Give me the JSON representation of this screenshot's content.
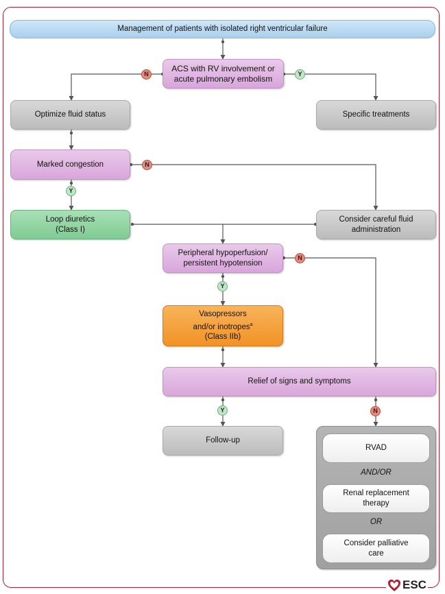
{
  "title": "Management of patients with isolated right ventricular failure",
  "nodes": {
    "acs": "ACS with RV involvement or acute pulmonary embolism",
    "optimize": "Optimize fluid status",
    "specific": "Specific treatments",
    "congestion": "Marked congestion",
    "loop": "Loop diuretics (Class I)",
    "fluid": "Consider careful fluid administration",
    "hypo": "Peripheral hypoperfusion/ persistent hypotension",
    "vaso_line1": "Vasopressors",
    "vaso_line2": "and/or inotropes",
    "vaso_sup": "a",
    "vaso_line3": "(Class IIb)",
    "relief": "Relief of signs and symptoms",
    "followup": "Follow-up",
    "rvad": "RVAD",
    "andor": "AND/OR",
    "renal": "Renal replacement therapy",
    "or": "OR",
    "palliative": "Consider palliative care"
  },
  "badges": {
    "no": "N",
    "yes": "Y"
  },
  "logo": {
    "text": "ESC",
    "icon": "heart-icon",
    "color": "#b01e2f"
  },
  "colors": {
    "frame": "#b01e2f",
    "title": "#a9d0ee",
    "decision": "#d9a6db",
    "neutral": "#bcbcbc",
    "recommendation": "#7fcb93",
    "drug": "#f19226"
  }
}
